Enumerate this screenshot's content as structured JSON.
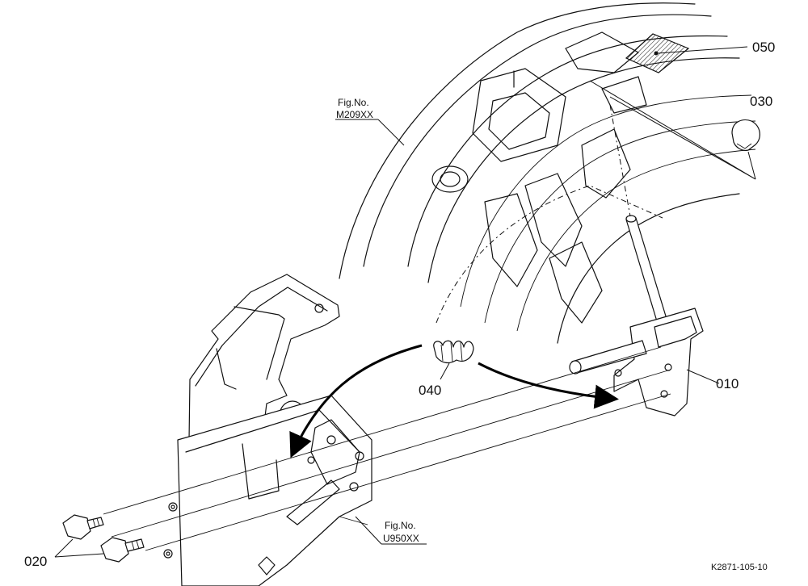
{
  "parts": {
    "p010": "010",
    "p020": "020",
    "p030": "030",
    "p040": "040",
    "p050": "050"
  },
  "references": {
    "fig_top_label": "Fig.No.",
    "fig_top_code": "M209XX",
    "fig_bottom_label": "Fig.No.",
    "fig_bottom_code": "U950XX"
  },
  "drawing_code": "K2871-105-10"
}
